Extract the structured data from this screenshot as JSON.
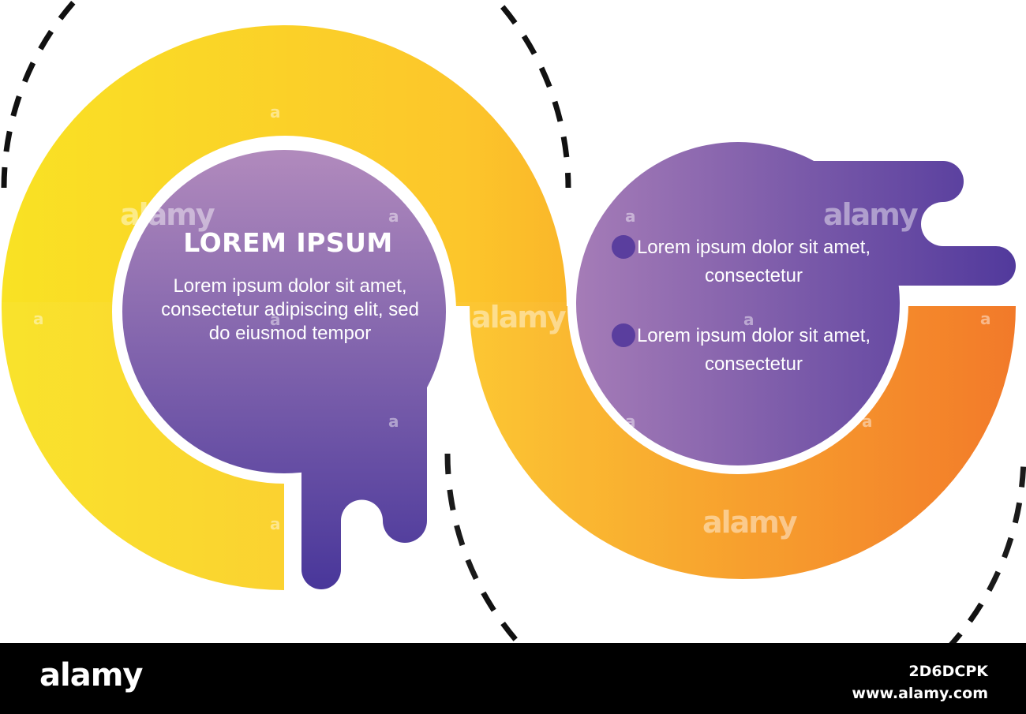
{
  "left_panel": {
    "title": "LOREM IPSUM",
    "body": "Lorem ipsum dolor sit amet, consectetur adipiscing elit, sed do eiusmod tempor"
  },
  "right_panel": {
    "items": [
      {
        "text": "Lorem ipsum dolor sit amet, consectetur"
      },
      {
        "text": "Lorem ipsum dolor sit amet, consectetur"
      }
    ]
  },
  "watermark": {
    "brand": "alamy",
    "letter": "a"
  },
  "footer": {
    "brand": "alamy",
    "image_id": "2D6DCPK",
    "site": "www.alamy.com"
  },
  "colors": {
    "yellow": "#F9E224",
    "orange": "#F27321",
    "purple_light": "#A97FB8",
    "purple_dark": "#4F3B9A",
    "bullet": "#5A3E9E",
    "dash": "#111111"
  }
}
